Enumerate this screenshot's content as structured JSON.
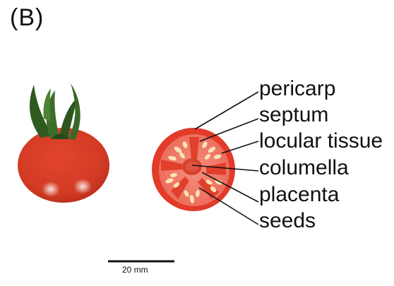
{
  "panel_label": "(B)",
  "labels": {
    "pericarp": "pericarp",
    "septum": "septum",
    "locular_tissue": "locular tissue",
    "columella": "columella",
    "placenta": "placenta",
    "seeds": "seeds"
  },
  "scale_bar": {
    "text": "20 mm"
  },
  "colors": {
    "fruit_red": "#d63a26",
    "pericarp_red": "#e23b2a",
    "flesh_pink": "#f07a6a",
    "seed_cream": "#fbe3b4",
    "columella_red": "#d8432d",
    "stem_green": "#2f5a1f"
  }
}
